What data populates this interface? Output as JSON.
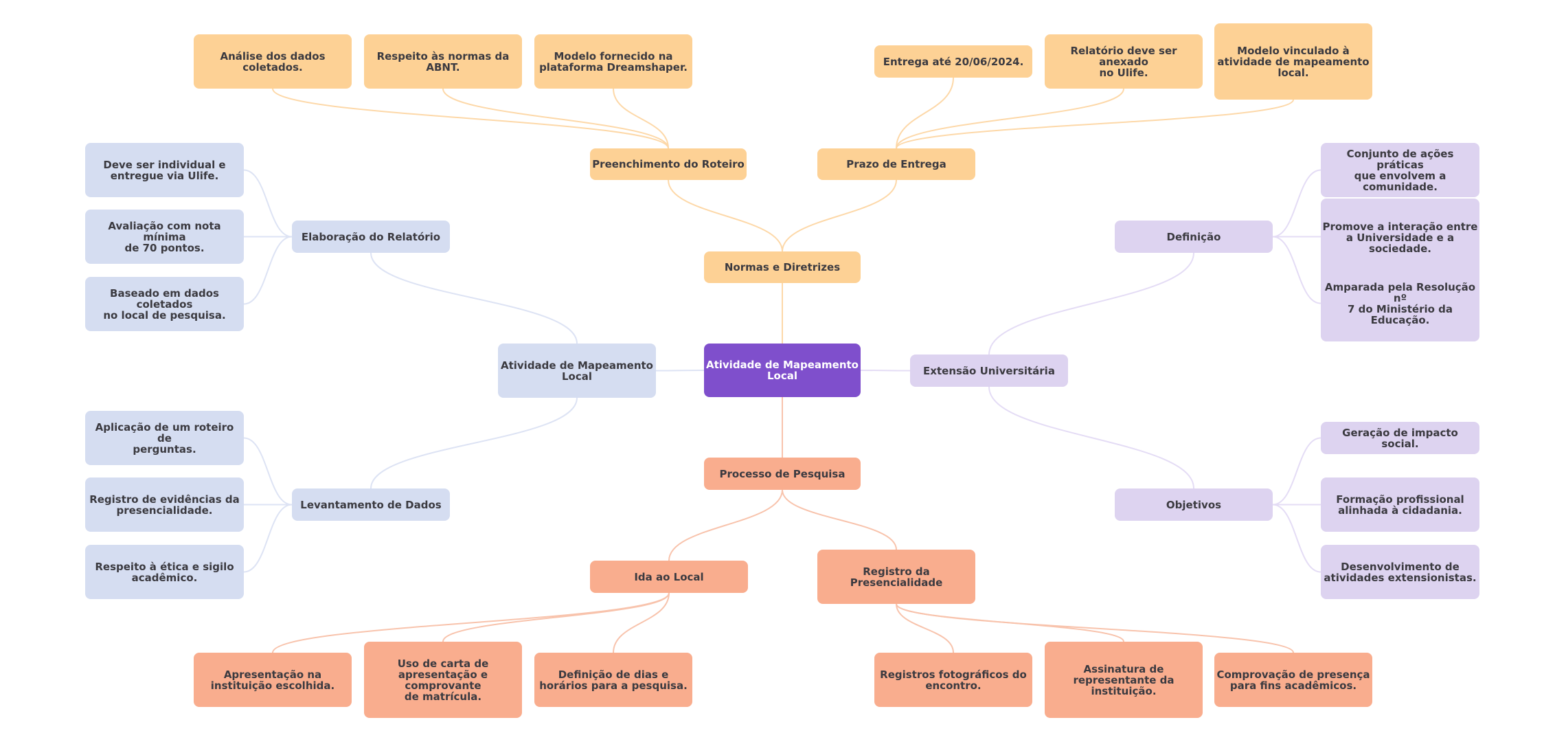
{
  "colors": {
    "root": "#7f4fcc",
    "yellow": "#fdd195",
    "blue": "#d5ddf1",
    "lilac": "#ddd3f0",
    "salmon": "#f9ad8e",
    "edge_yellow": "#fdd8a8",
    "edge_blue": "#dde3f4",
    "edge_lilac": "#e4dcf5",
    "edge_salmon": "#f8c3ac"
  },
  "root": {
    "label": "Atividade de Mapeamento\nLocal"
  },
  "branches": {
    "normas": {
      "label": "Normas e Diretrizes",
      "roteiro": {
        "label": "Preenchimento do Roteiro",
        "children": [
          "Análise dos dados\ncoletados.",
          "Respeito às normas da\nABNT.",
          "Modelo fornecido na\nplataforma Dreamshaper."
        ]
      },
      "prazo": {
        "label": "Prazo de Entrega",
        "children": [
          "Entrega até 20/06/2024.",
          "Relatório deve ser anexado\nno Ulife.",
          "Modelo vinculado à\natividade de mapeamento\nlocal."
        ]
      }
    },
    "atividade": {
      "label": "Atividade de Mapeamento\nLocal",
      "relatorio": {
        "label": "Elaboração do Relatório",
        "children": [
          "Deve ser individual e\nentregue via Ulife.",
          "Avaliação com nota mínima\nde 70 pontos.",
          "Baseado em dados coletados\nno local de pesquisa."
        ]
      },
      "levantamento": {
        "label": "Levantamento de Dados",
        "children": [
          "Aplicação de um roteiro de\nperguntas.",
          "Registro de evidências da\npresencialidade.",
          "Respeito à ética e sigilo\nacadêmico."
        ]
      }
    },
    "extensao": {
      "label": "Extensão Universitária",
      "definicao": {
        "label": "Definição",
        "children": [
          "Conjunto de ações práticas\nque envolvem a comunidade.",
          "Promove a interação entre\na Universidade e a\nsociedade.",
          "Amparada pela Resolução nº\n7 do Ministério da\nEducação."
        ]
      },
      "objetivos": {
        "label": "Objetivos",
        "children": [
          "Geração de impacto social.",
          "Formação profissional\nalinhada à cidadania.",
          "Desenvolvimento de\natividades extensionistas."
        ]
      }
    },
    "processo": {
      "label": "Processo de Pesquisa",
      "ida": {
        "label": "Ida ao Local",
        "children": [
          "Apresentação na\ninstituição escolhida.",
          "Uso de carta de\napresentação e comprovante\nde matrícula.",
          "Definição de dias e\nhorários para a pesquisa."
        ]
      },
      "registro": {
        "label": "Registro da\nPresencialidade",
        "children": [
          "Registros fotográficos do\nencontro.",
          "Assinatura de\nrepresentante da\ninstituição.",
          "Comprovação de presença\npara fins acadêmicos."
        ]
      }
    }
  }
}
